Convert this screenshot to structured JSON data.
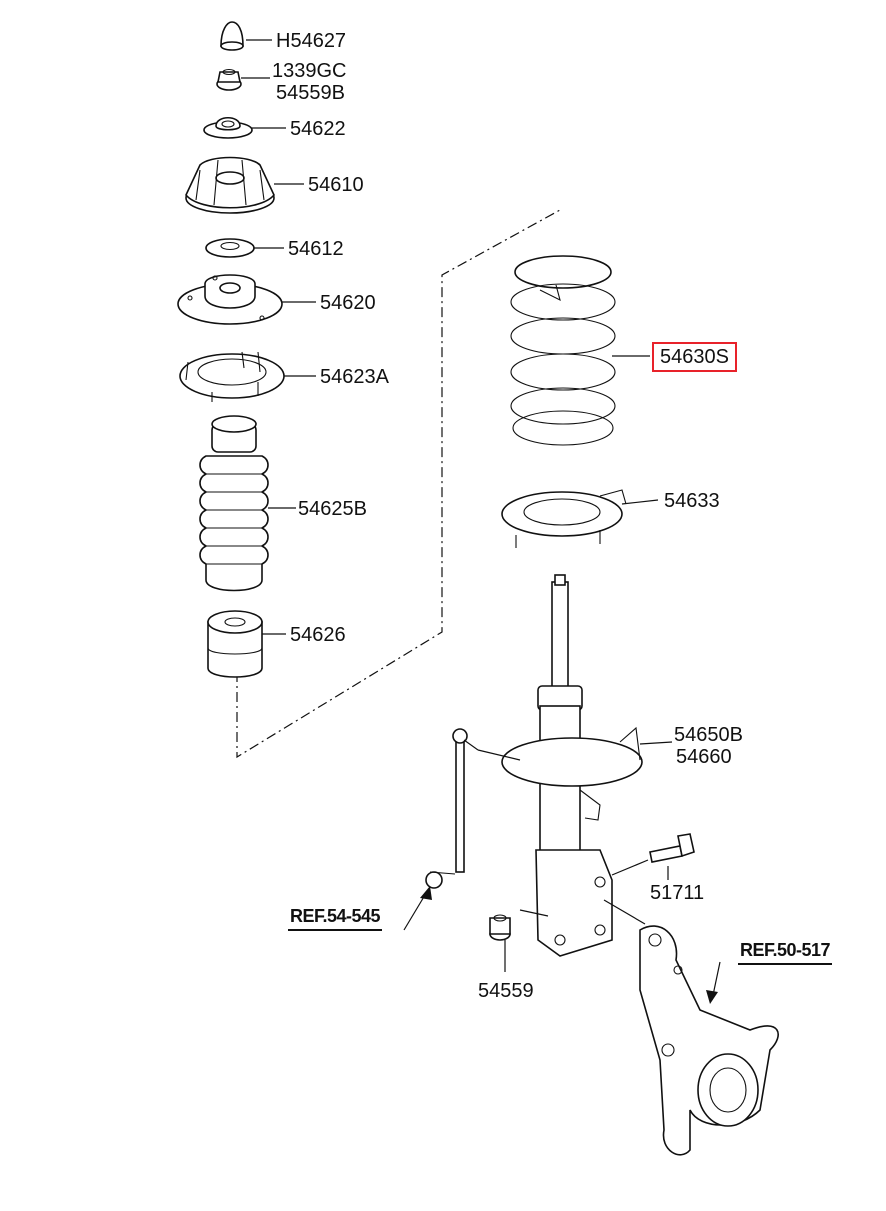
{
  "diagram": {
    "parts": {
      "bump_stop_cap": "H54627",
      "nut_a": "1339GC",
      "nut_b": "54559B",
      "washer_top": "54622",
      "strut_mount": "54610",
      "washer_mid": "54612",
      "bearing_plate": "54620",
      "upper_seat": "54623A",
      "dust_boot": "54625B",
      "bumper": "54626",
      "coil_spring": "54630S",
      "lower_pad": "54633",
      "strut_assy_a": "54650B",
      "strut_assy_b": "54660",
      "bolt": "51711",
      "nut": "54559"
    },
    "refs": {
      "stabilizer_link": "REF.54-545",
      "knuckle": "REF.50-517"
    },
    "highlight_color": "#e8222a"
  }
}
